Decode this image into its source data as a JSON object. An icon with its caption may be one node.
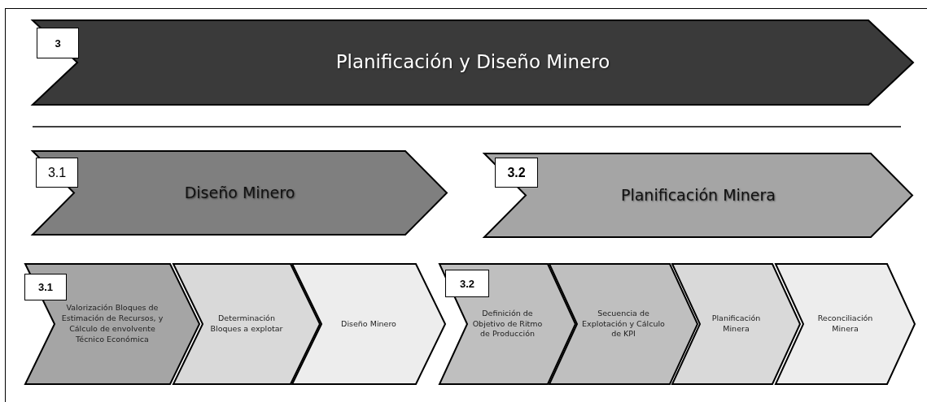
{
  "diagram": {
    "nodes": [
      {
        "text": [
          "3"
        ],
        "in": 1
      },
      {
        "text": [
          "Planificación y Diseño Minero"
        ]
      },
      {
        "text": [
          "3.1"
        ],
        "in": 3
      },
      {
        "text": [
          "Diseño Minero"
        ]
      },
      {
        "text": [
          "3.2"
        ],
        "in": 5
      },
      {
        "text": [
          "Planificación Minera"
        ]
      },
      {
        "text": [
          "3.1"
        ],
        "in": 7
      },
      {
        "text": [
          "Valorización Bloques de Estimación de Recursos, y Cálculo de envolvente Técnico Económica"
        ]
      },
      {
        "text": [
          "Determinación Bloques a explotar"
        ]
      },
      {
        "text": [
          "Diseño Minero"
        ]
      },
      {
        "text": [
          "3.2"
        ],
        "in": 11
      },
      {
        "text": [
          "Definición de Objetivo de Ritmo de Producción"
        ]
      },
      {
        "text": [
          "Secuencia de Explotación y Cálculo de KPI"
        ]
      },
      {
        "text": [
          "Planificación Minera"
        ]
      },
      {
        "text": [
          "Reconciliación Minera"
        ]
      }
    ],
    "edges": []
  }
}
